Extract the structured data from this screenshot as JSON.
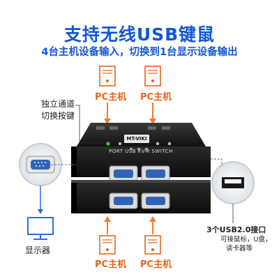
{
  "headline": {
    "title": "支持无线USB键鼠",
    "subtitle": "4台主机设备输入，切换到1台显示设备输出"
  },
  "pcs": {
    "top_left": "PC主机",
    "top_right": "PC主机",
    "bottom_left": "PC主机",
    "bottom_right": "PC主机"
  },
  "callouts": {
    "independent_channel_line1": "独立通道",
    "independent_channel_line2": "切换按键",
    "monitor": "显示器",
    "usb_line1": "3个USB2.0接口",
    "usb_line2": "可接鼠标，U盘，",
    "usb_line3": "读卡器等"
  },
  "device": {
    "brand": "MT-VIKI",
    "top_label": "PORT USB KVM SWITCH"
  },
  "colors": {
    "title_blue": "#1356d6",
    "pc_orange": "#e8641d",
    "arrow_orange": "#f27a2c",
    "arrow_blue": "#2b6fe0",
    "device_black": "#1b1b1b",
    "vga_blue": "#2f63b8"
  },
  "icons": {
    "pc": "pc-tower-icon",
    "monitor": "monitor-icon",
    "vga_zoom": "vga-port-zoom-icon",
    "usb_zoom": "usb-port-zoom-icon"
  }
}
